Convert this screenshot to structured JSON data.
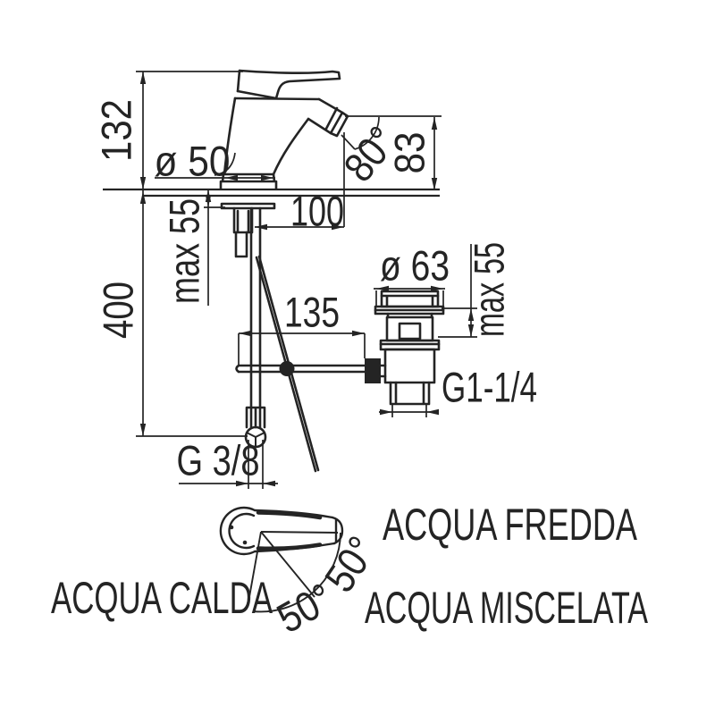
{
  "drawing": {
    "kind": "bidet-mixer-technical-spec",
    "colors": {
      "line": "#242424",
      "background": "#ffffff"
    },
    "labels": {
      "dim_height": "132",
      "dim_body_diameter": "ø 50",
      "dim_max_thickness_left": "max 55",
      "dim_projection": "100",
      "dim_spout_angle": "80°",
      "dim_spout_height": "83",
      "dim_hose_drop": "400",
      "dim_rod_length": "135",
      "dim_waste_diameter": "ø 63",
      "dim_max_thickness_right": "max 55",
      "dim_waste_thread": "G1-1/4",
      "dim_supply_thread": "G 3/8"
    },
    "handle_diagram": {
      "angle_upper": "50°",
      "angle_lower": "50°",
      "water_cold": "ACQUA FREDDA",
      "water_hot": "ACQUA CALDA",
      "water_mixed": "ACQUA MISCELATA"
    }
  }
}
